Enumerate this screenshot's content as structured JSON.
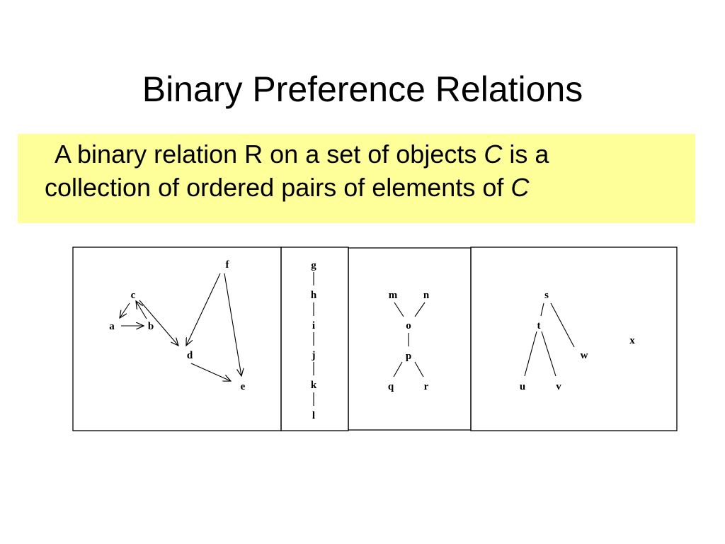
{
  "slide": {
    "title": "Binary Preference Relations"
  },
  "definition": {
    "part1": "A binary relation R on a set of objects ",
    "var1": "C",
    "part2": " is a",
    "part3": "collection of ordered pairs of elements of ",
    "var2": "C"
  },
  "colors": {
    "highlight": "#ffff99",
    "stroke": "#000000"
  },
  "panels": [
    {
      "id": "panel1",
      "nodes": [
        "a",
        "b",
        "c",
        "d",
        "e",
        "f"
      ],
      "edges": [
        [
          "a",
          "b"
        ],
        [
          "b",
          "c"
        ],
        [
          "c",
          "a"
        ],
        [
          "c",
          "d"
        ],
        [
          "f",
          "d"
        ],
        [
          "d",
          "e"
        ],
        [
          "f",
          "e"
        ]
      ]
    },
    {
      "id": "panel2",
      "nodes": [
        "g",
        "h",
        "i",
        "j",
        "k",
        "l"
      ],
      "edges": [
        [
          "g",
          "h"
        ],
        [
          "h",
          "i"
        ],
        [
          "i",
          "j"
        ],
        [
          "j",
          "k"
        ],
        [
          "k",
          "l"
        ]
      ]
    },
    {
      "id": "panel3",
      "nodes": [
        "m",
        "n",
        "o",
        "p",
        "q",
        "r"
      ],
      "edges": [
        [
          "m",
          "o"
        ],
        [
          "n",
          "o"
        ],
        [
          "o",
          "p"
        ],
        [
          "p",
          "q"
        ],
        [
          "p",
          "r"
        ]
      ]
    },
    {
      "id": "panel4",
      "nodes": [
        "s",
        "t",
        "u",
        "v",
        "w",
        "x"
      ],
      "edges": [
        [
          "s",
          "t"
        ],
        [
          "s",
          "w"
        ],
        [
          "t",
          "u"
        ],
        [
          "t",
          "v"
        ]
      ]
    }
  ]
}
